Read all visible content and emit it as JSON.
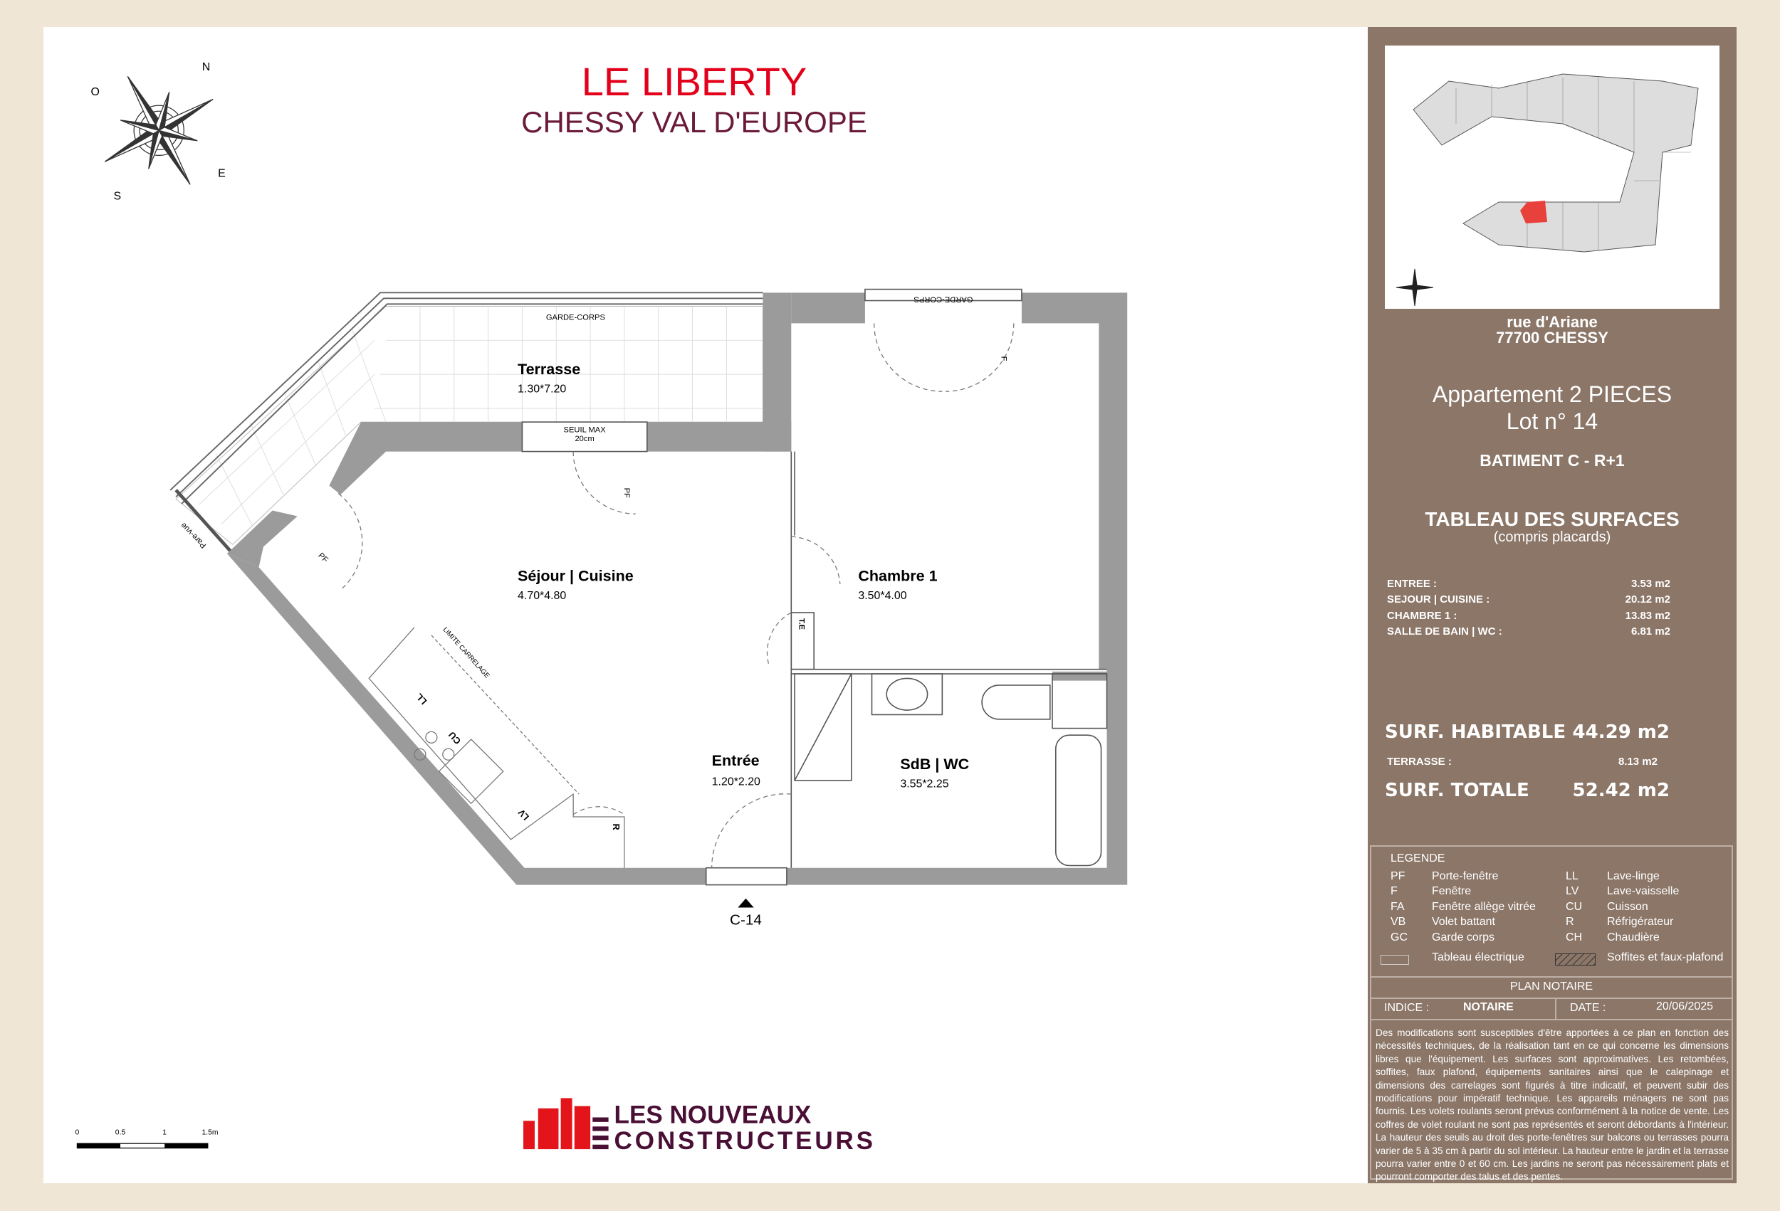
{
  "header": {
    "title": "LE LIBERTY",
    "subtitle": "CHESSY VAL D'EUROPE",
    "title_color": "#e3001b",
    "subtitle_color": "#6b1a3a"
  },
  "compass": {
    "n": "N",
    "o": "O",
    "e": "E",
    "s": "S"
  },
  "plan": {
    "rooms": [
      {
        "name": "Terrasse",
        "dims": "1.30*7.20"
      },
      {
        "name": "Séjour | Cuisine",
        "dims": "4.70*4.80"
      },
      {
        "name": "Chambre 1",
        "dims": "3.50*4.00"
      },
      {
        "name": "Entrée",
        "dims": "1.20*2.20"
      },
      {
        "name": "SdB | WC",
        "dims": "3.55*2.25"
      }
    ],
    "garde_corps": "GARDE-CORPS",
    "seuil": "SEUIL MAX",
    "seuil_val": "20cm",
    "pf": "PF",
    "f": "F",
    "pare_vue": "Pare-vue",
    "limite": "LIMITE CARRELAGE",
    "ll": "LL",
    "cu": "CU",
    "lv": "LV",
    "r": "R",
    "te": "T.E",
    "section": "C-14"
  },
  "scale_bar": {
    "ticks": [
      "0",
      "0.5",
      "1",
      "1.5m"
    ]
  },
  "logo": {
    "line1": "LES NOUVEAUX",
    "line2": "CONSTRUCTEURS",
    "red": "#e3151b",
    "purple": "#4a0f35"
  },
  "panel": {
    "address1": "rue d'Ariane",
    "address2": "77700 CHESSY",
    "apartment": "Appartement 2 PIECES",
    "lot": "Lot n° 14",
    "building": "BATIMENT C - R+1",
    "table_title": "TABLEAU DES SURFACES",
    "table_sub": "(compris placards)",
    "surfaces": [
      {
        "label": "ENTREE :",
        "value": "3.53 m2"
      },
      {
        "label": "SEJOUR | CUISINE :",
        "value": "20.12 m2"
      },
      {
        "label": "CHAMBRE 1 :",
        "value": "13.83 m2"
      },
      {
        "label": "SALLE DE BAIN | WC :",
        "value": "6.81 m2"
      }
    ],
    "habitable_label": "SURF. HABITABLE",
    "habitable_value": "44.29 m2",
    "terrasse_label": "TERRASSE :",
    "terrasse_value": "8.13 m2",
    "totale_label": "SURF. TOTALE",
    "totale_value": "52.42 m2",
    "bg_color": "#8b7668"
  },
  "legend": {
    "title": "LEGENDE",
    "left": [
      {
        "code": "PF",
        "label": "Porte-fenêtre"
      },
      {
        "code": "F",
        "label": "Fenêtre"
      },
      {
        "code": "FA",
        "label": "Fenêtre allège vitrée"
      },
      {
        "code": "VB",
        "label": "Volet battant"
      },
      {
        "code": "GC",
        "label": "Garde corps"
      }
    ],
    "right": [
      {
        "code": "LL",
        "label": "Lave-linge"
      },
      {
        "code": "LV",
        "label": "Lave-vaisselle"
      },
      {
        "code": "CU",
        "label": "Cuisson"
      },
      {
        "code": "R",
        "label": "Réfrigérateur"
      },
      {
        "code": "CH",
        "label": "Chaudière"
      }
    ],
    "electrical": "Tableau électrique",
    "soffits": "Soffites et faux-plafond"
  },
  "footer": {
    "plan_type": "PLAN NOTAIRE",
    "indice_label": "INDICE :",
    "indice_value": "NOTAIRE",
    "date_label": "DATE :",
    "date_value": "20/06/2025",
    "disclaimer": "Des modifications sont susceptibles d'être apportées à ce plan en fonction des nécessités techniques, de la réalisation tant en ce qui concerne les dimensions libres que l'équipement. Les surfaces sont approximatives. Les retombées, soffites, faux plafond, équipements sanitaires ainsi que le calepinage et dimensions des carrelages sont figurés à titre indicatif, et peuvent subir des modifications pour impératif technique. Les appareils ménagers ne sont pas fournis.  Les volets roulants seront prévus conformément à la notice de vente. Les coffres de volet roulant ne sont pas représentés et seront débordants à l'intérieur. La hauteur des seuils au droit des porte-fenêtres sur balcons ou terrasses pourra varier de 5 à 35 cm à partir du sol intérieur. La hauteur entre le jardin et la terrasse pourra varier entre 0 et 60 cm. Les jardins ne seront pas nécessairement plats et pourront comporter des talus et des pentes."
  }
}
